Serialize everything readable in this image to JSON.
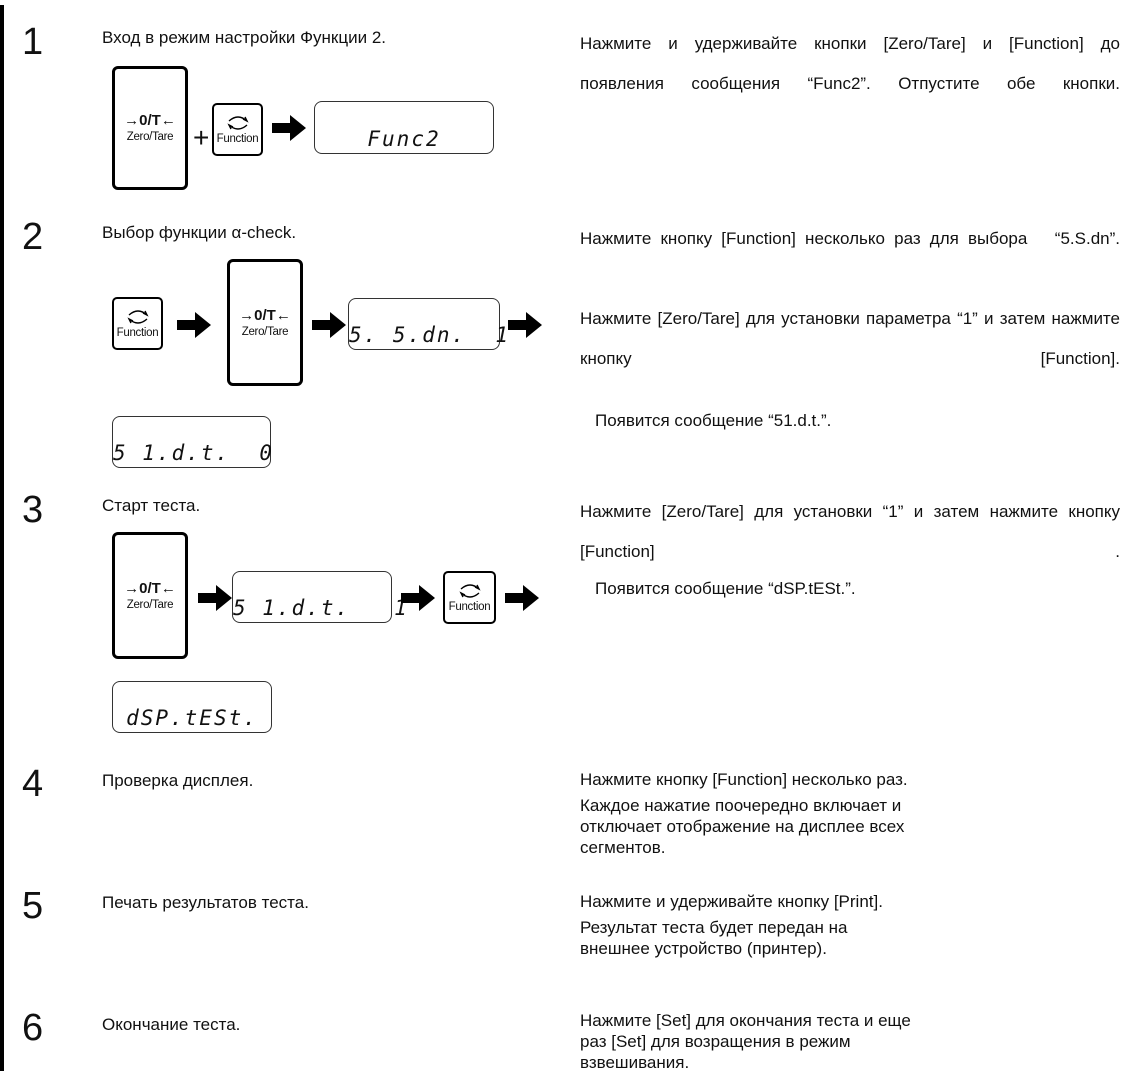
{
  "colors": {
    "text": "#111111",
    "rule": "#000000",
    "background": "#ffffff"
  },
  "keys": {
    "zero_tare_symbol": "→0/T←",
    "zero_tare_label": "Zero/Tare",
    "function_label": "Function",
    "function_icon": "cycle-arrows-icon"
  },
  "steps": [
    {
      "number": "1",
      "title": "Вход в режим настройки Функции 2.",
      "description": "Нажмите и удерживайте кнопки [Zero/Tare] и [Function] до появления сообщения “Func2”. Отпустите обе кнопки.",
      "display_1": "Func2"
    },
    {
      "number": "2",
      "title": "Выбор функции α-check.",
      "description_1": "Нажмите кнопку [Function] несколько раз для выбора   “5.S.dn”.",
      "description_2": "Нажмите [Zero/Tare] для установки параметра “1” и затем нажмите кнопку [Function].",
      "description_3": "Появится сообщение “51.d.t.”.",
      "display_1": "5. 5.dn.  1",
      "display_2": "5 1.d.t.  0"
    },
    {
      "number": "3",
      "title": "Старт теста.",
      "description_1": "Нажмите [Zero/Tare] для установки “1” и затем нажмите кнопку [Function] .",
      "description_2": "Появится сообщение “dSP.tESt.”.",
      "display_1": "5 1.d.t.   1",
      "display_2": "dSP.tESt."
    },
    {
      "number": "4",
      "title": "Проверка дисплея.",
      "description_1": "Нажмите кнопку [Function] несколько раз.",
      "description_2": "Каждое нажатие поочередно включает и отключает отображение на дисплее всех сегментов."
    },
    {
      "number": "5",
      "title": "Печать результатов теста.",
      "description_1": "Нажмите и удерживайте кнопку [Print].",
      "description_2": "Результат теста будет передан на внешнее устройство (принтер)."
    },
    {
      "number": "6",
      "title": "Окончание теста.",
      "description_1": "Нажмите [Set] для окончания теста и еще раз [Set] для возращения в режим взвешивания."
    }
  ]
}
